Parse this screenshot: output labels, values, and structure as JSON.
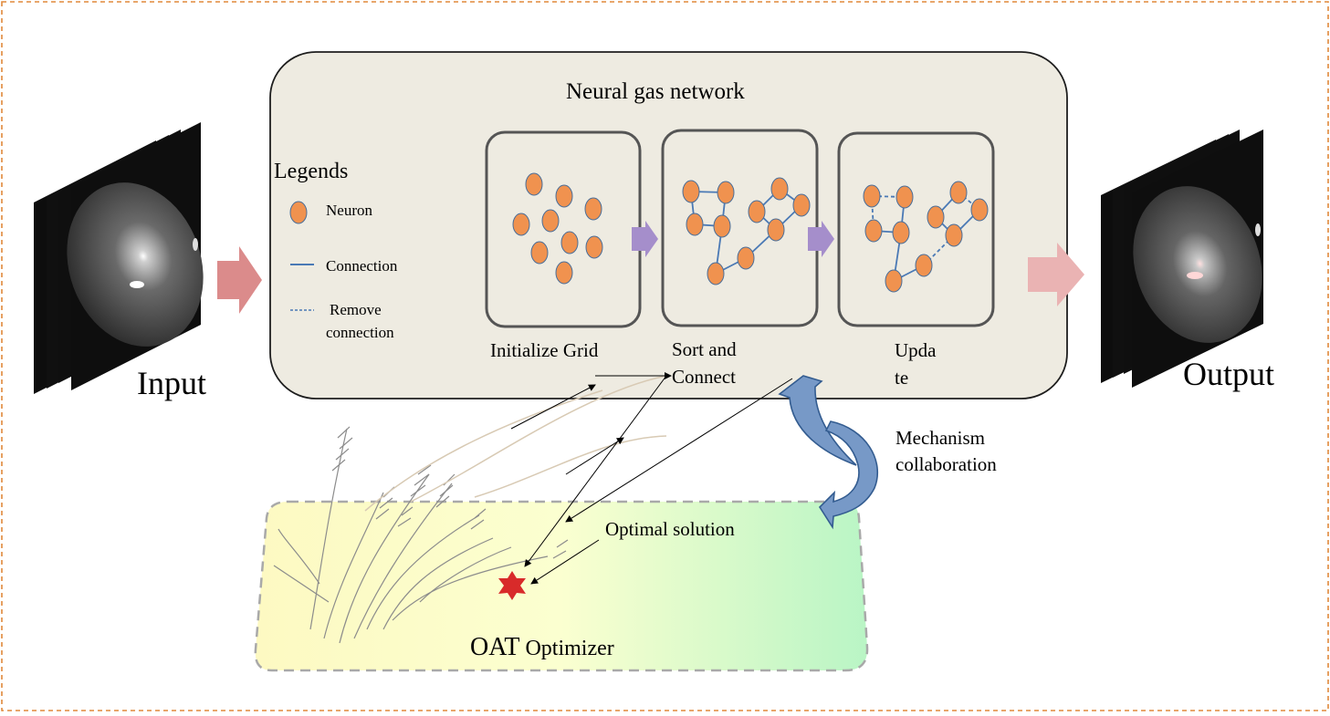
{
  "network": {
    "title": "Neural gas network",
    "stages": {
      "initialize": "Initialize Grid",
      "sort_line1": "Sort and",
      "sort_line2": "Connect",
      "update_line1": "Upda",
      "update_line2": "te"
    }
  },
  "legend": {
    "title": "Legends",
    "neuron": "Neuron",
    "connection": "Connection",
    "remove_line1": "Remove",
    "remove_line2": "connection"
  },
  "io": {
    "input": "Input",
    "output": "Output"
  },
  "mechanism": {
    "line1": "Mechanism",
    "line2": "collaboration"
  },
  "optimizer": {
    "label_main": "OAT",
    "label_rest": " Optimizer",
    "optimal": "Optimal solution"
  },
  "colors": {
    "neuron_fill": "#f0924f",
    "neuron_stroke": "#4a6f9a",
    "connection": "#4a79b5",
    "stage_arrow": "#a58ecb",
    "io_arrow_in": "#db8b8b",
    "io_arrow_out": "#eab3b3",
    "network_bg": "#eeebe1",
    "star": "#d82a2a",
    "frame": "#e0893a"
  }
}
